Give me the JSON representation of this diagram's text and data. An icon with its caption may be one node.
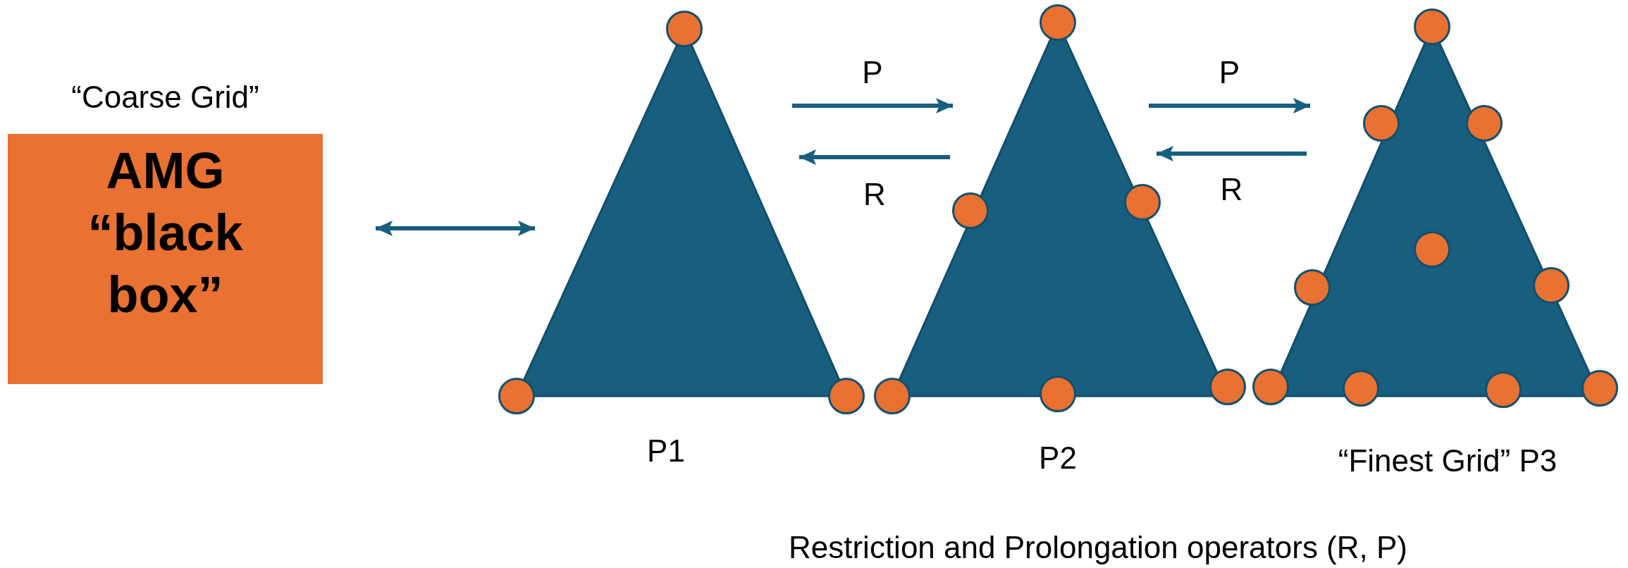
{
  "diagram": {
    "caption": "Restriction and Prolongation operators (R, P)",
    "nodes": [
      {
        "text": [
          "“Coarse Grid”",
          "AMG “black box”"
        ]
      },
      {
        "text": [
          "P1"
        ]
      },
      {
        "text": [
          "P2"
        ]
      },
      {
        "text": [
          "“Finest Grid” P3"
        ]
      }
    ],
    "edges": [
      {
        "from": 0,
        "to": 1,
        "arrow": "both"
      },
      {
        "from": 1,
        "to": 2,
        "arrow": "to",
        "label": "P"
      },
      {
        "from": 2,
        "to": 1,
        "arrow": "to",
        "label": "R"
      },
      {
        "from": 2,
        "to": 3,
        "arrow": "to",
        "label": "P"
      },
      {
        "from": 3,
        "to": 2,
        "arrow": "to",
        "label": "R"
      }
    ]
  }
}
